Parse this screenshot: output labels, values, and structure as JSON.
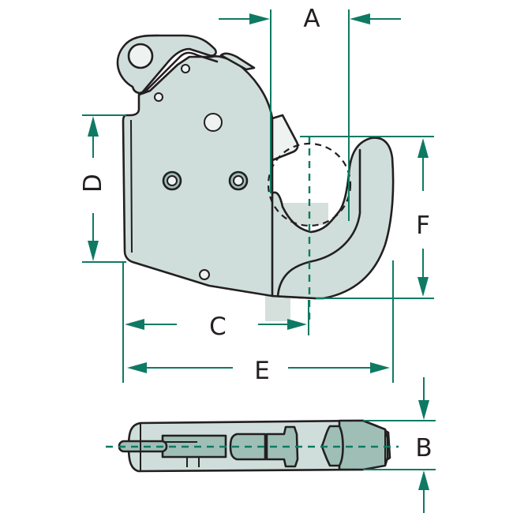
{
  "diagram": {
    "title": "Quick coupler hook dimensional drawing",
    "colors": {
      "dimension_line": "#0f7a63",
      "outline": "#231f20",
      "body_fill": "#cfdeda",
      "dark_fill": "#9fbfb6",
      "hole_fill": "#eef2f1",
      "watermark": "#b9cbc6"
    },
    "views": [
      {
        "name": "side-view",
        "description": "Hook side profile with latch and dashed ball outline"
      },
      {
        "name": "top-view",
        "description": "Hook top profile with latch pin and center axis"
      }
    ],
    "dimensions": {
      "A": {
        "label": "A",
        "meaning": "hook opening width"
      },
      "B": {
        "label": "B",
        "meaning": "hook thickness"
      },
      "C": {
        "label": "C",
        "meaning": "back to ball center"
      },
      "D": {
        "label": "D",
        "meaning": "back plate height"
      },
      "E": {
        "label": "E",
        "meaning": "overall length"
      },
      "F": {
        "label": "F",
        "meaning": "hook height"
      }
    }
  }
}
